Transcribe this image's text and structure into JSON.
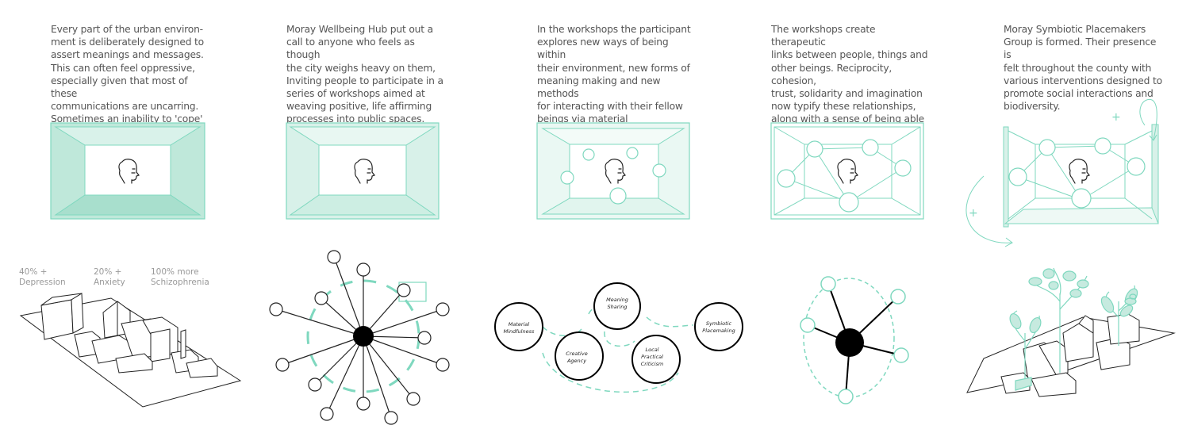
{
  "accent": "#7fd8bf",
  "accent_fill": "#c6eadf",
  "stroke": "#222222",
  "captions": [
    "Every part of the urban environ-\nment is deliberately designed to\nassert meanings and messages.\nThis can often feel oppressive,\nespecially given that most of these\ncommunications are uncarring.\nSometimes an inability to 'cope' sets in.",
    "Moray Wellbeing Hub put out a\ncall to anyone who feels as though\nthe city weighs heavy on them,\nInviting people to participate in a\nseries of workshops aimed at\nweaving positive, life affirming\nprocesses into public spaces.",
    "In the workshops the participant\nexplores new ways of being within\ntheir environment, new forms of\nmeaning making and new methods\nfor interacting with their fellow\nbeings via material interventions.",
    "The workshops create therapeutic\nlinks between people, things and\nother beings. Reciprocity, cohesion,\ntrust, solidarity and imagination\nnow typify these relationships,\nalong with a sense of being able to\nchange things for the better.",
    "Moray Symbiotic Placemakers\nGroup is formed. Their presence is\nfelt throughout the county with\nvarious interventions designed to\npromote social interactions and\nbiodiversity."
  ],
  "stats": [
    {
      "label": "40% +\nDepression"
    },
    {
      "label": "20% +\nAnxiety"
    },
    {
      "label": "100% more\nSchizophrenia"
    }
  ],
  "nodes": {
    "material": "Material\nMindfulness",
    "meaning": "Meaning\nSharing",
    "symbiotic": "Symbiotic\nPlacemaking",
    "creative": "Creative\nAgency",
    "criticism": "Local\nPractical\nCriticism"
  },
  "plus_sign": "+"
}
